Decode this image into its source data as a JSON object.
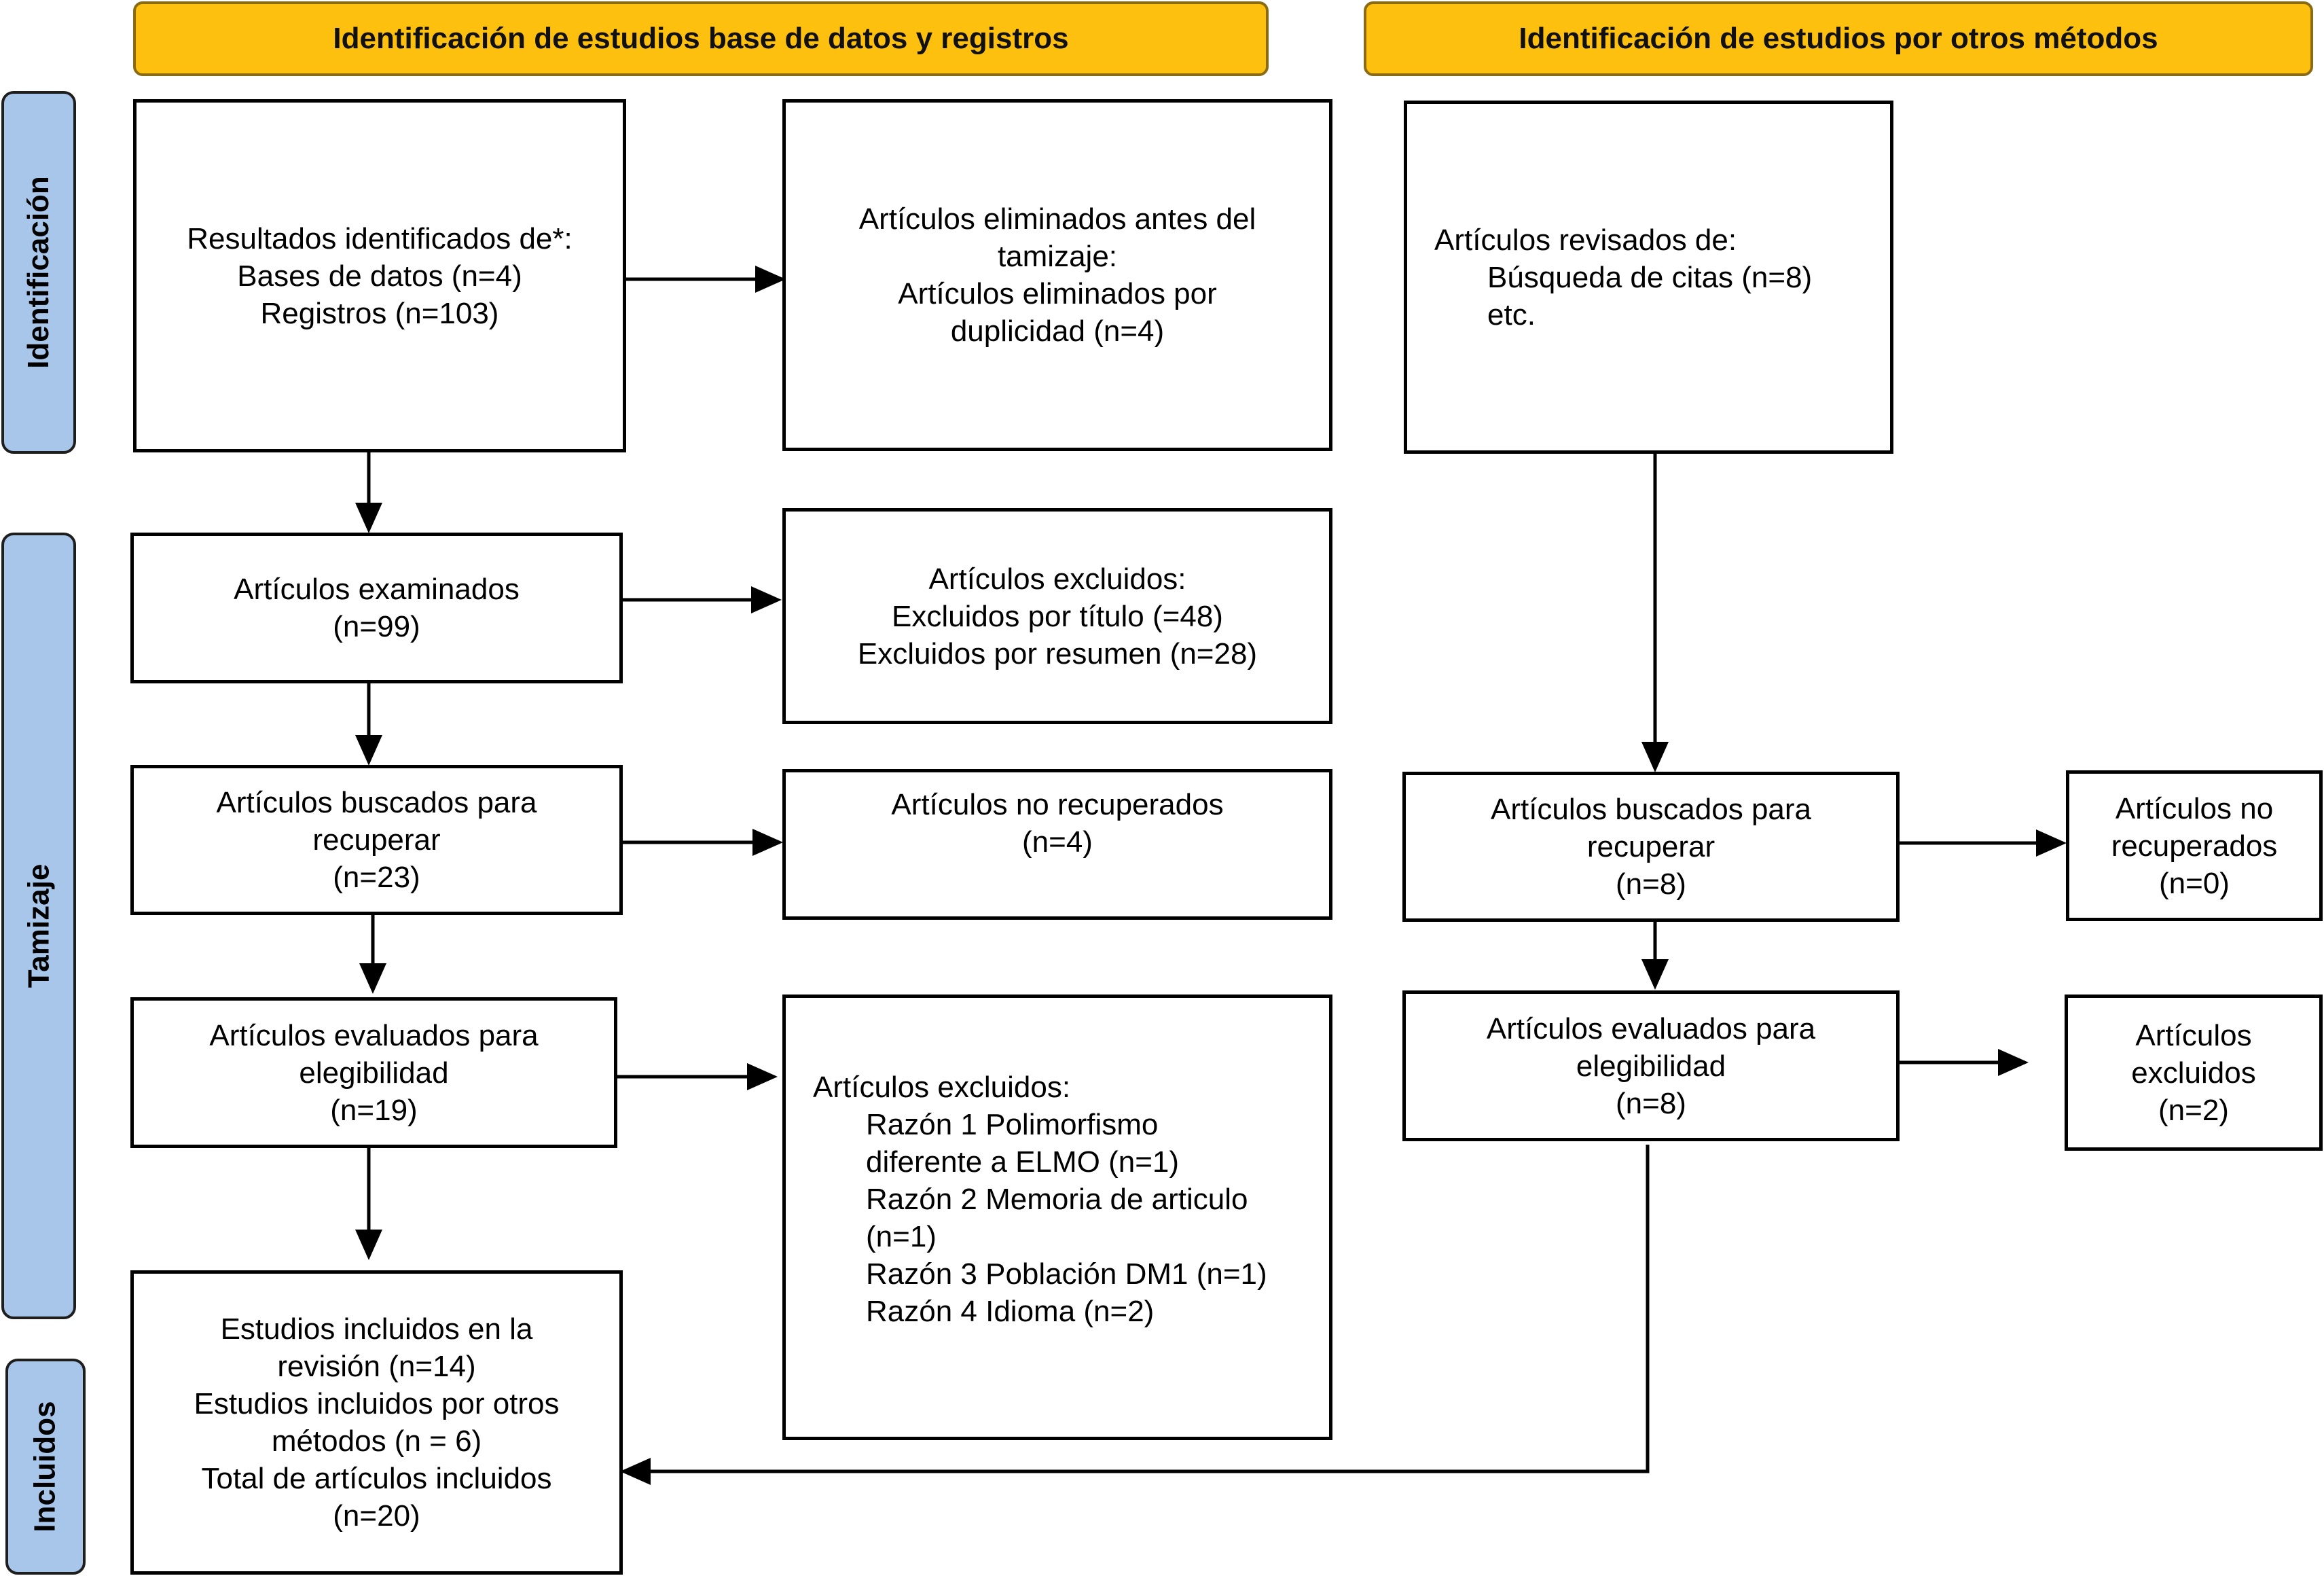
{
  "headers": {
    "databases": "Identificación de estudios base de datos y registros",
    "other_methods": "Identificación de estudios por otros métodos"
  },
  "phases": {
    "identification": "Identificación",
    "screening": "Tamizaje",
    "included": "Incluidos"
  },
  "boxes": {
    "identified": [
      "Resultados identificados de*:",
      "Bases de datos (n=4)",
      "Registros (n=103)"
    ],
    "removed_before": [
      "Artículos eliminados antes del",
      "tamizaje:",
      "Artículos eliminados por",
      "duplicidad (n=4)"
    ],
    "other_reviewed": [
      "Artículos revisados de:",
      "Búsqueda de citas (n=8)",
      "etc."
    ],
    "screened": [
      "Artículos examinados",
      "(n=99)"
    ],
    "excluded_screening": [
      "Artículos excluidos:",
      "Excluidos por título (=48)",
      "Excluidos por resumen (n=28)"
    ],
    "sought": [
      "Artículos buscados para",
      "recuperar",
      "(n=23)"
    ],
    "not_retrieved": [
      "Artículos no recuperados",
      "(n=4)"
    ],
    "other_sought": [
      "Artículos buscados para",
      "recuperar",
      "(n=8)"
    ],
    "other_not_retrieved": [
      "Artículos no",
      "recuperados",
      "(n=0)"
    ],
    "assessed": [
      "Artículos evaluados para",
      "elegibilidad",
      "(n=19)"
    ],
    "excluded_reasons": [
      "Artículos excluidos:",
      "Razón 1 Polimorfismo",
      "diferente a ELMO (n=1)",
      "Razón 2 Memoria de articulo",
      "(n=1)",
      "Razón 3 Población DM1 (n=1)",
      "Razón 4 Idioma (n=2)"
    ],
    "other_assessed": [
      "Artículos evaluados para",
      "elegibilidad",
      "(n=8)"
    ],
    "other_excluded": [
      "Artículos",
      "excluidos",
      "(n=2)"
    ],
    "included": [
      "Estudios incluidos en la",
      "revisión (n=14)",
      "Estudios incluidos por otros",
      "métodos (n = 6)",
      "Total de artículos incluidos",
      "(n=20)"
    ]
  },
  "colors": {
    "header_fill": "#FDC00F",
    "phase_fill": "#A8C6EA",
    "line": "#000000"
  }
}
